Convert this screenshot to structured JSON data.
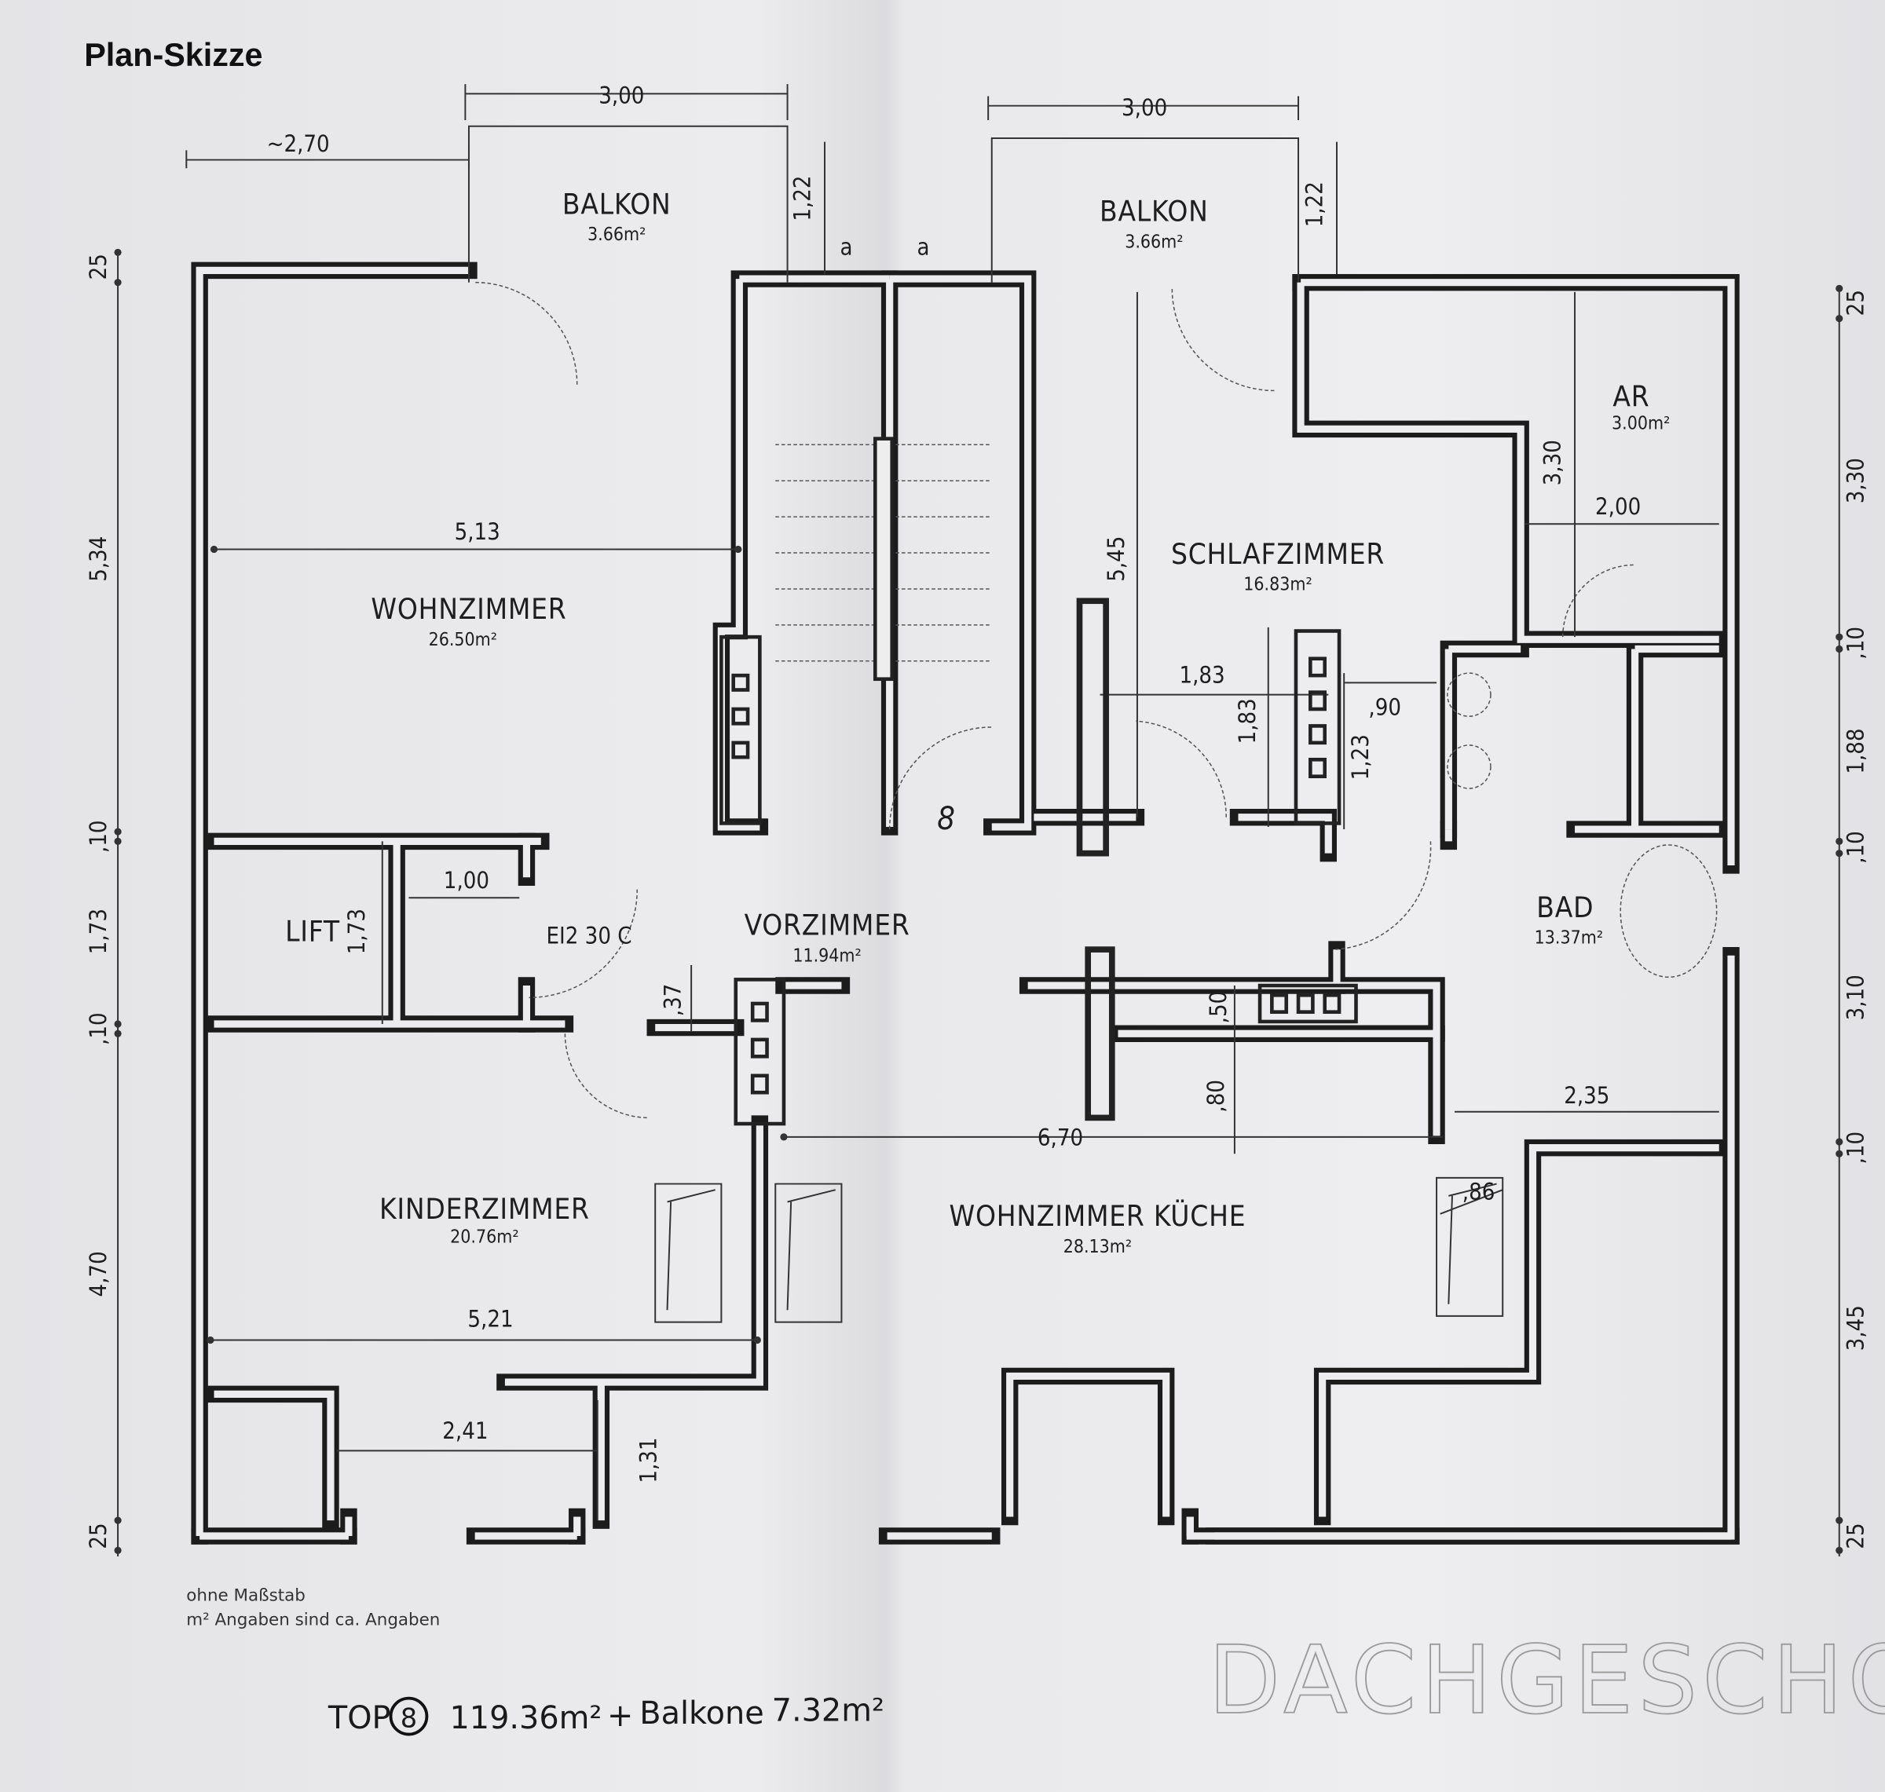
{
  "title": "Plan-Skizze",
  "rooms": {
    "balkon_left": {
      "name": "BALKON",
      "area": "3.66m²"
    },
    "balkon_right": {
      "name": "BALKON",
      "area": "3.66m²"
    },
    "wohnzimmer": {
      "name": "WOHNZIMMER",
      "area": "26.50m²"
    },
    "schlafzimmer": {
      "name": "SCHLAFZIMMER",
      "area": "16.83m²"
    },
    "ar": {
      "name": "AR",
      "area": "3.00m²"
    },
    "lift": {
      "name": "LIFT"
    },
    "vorzimmer": {
      "name": "VORZIMMER",
      "area": "11.94m²"
    },
    "bad": {
      "name": "BAD",
      "area": "13.37m²"
    },
    "kinderzimmer": {
      "name": "KINDERZIMMER",
      "area": "20.76m²"
    },
    "wohnkueche": {
      "name": "WOHNZIMMER KÜCHE",
      "area": "28.13m²"
    }
  },
  "dimensions": {
    "balkon_left_width": "3,00",
    "balkon_right_width": "3,00",
    "left_offset": "~2,70",
    "balkon_left_depth": "1,22",
    "balkon_right_depth": "1,22",
    "marker_a1": "a",
    "marker_a2": "a",
    "wohnzimmer_width": "5,13",
    "schlaf_height": "5,45",
    "ar_height": "3,30",
    "ar_width": "2,00",
    "hall_1": "1,83",
    "hall_2": "1,83",
    "hall_3": ",90",
    "hall_4": "1,23",
    "lift_width": "1,00",
    "lift_height": "1,73",
    "door_rating": "EI2 30 C",
    "shaft": ",37",
    "wall_50": ",50",
    "wall_80": ",80",
    "kitchen_width": "6,70",
    "bad_width": "2,35",
    "kitchen_86": ",86",
    "kinder_width": "5,21",
    "niche_width": "2,41",
    "niche_depth": "1,31",
    "unit_number": "8"
  },
  "left_chain": [
    "25",
    "5,34",
    ",10",
    "1,73",
    ",10",
    "4,70",
    "25"
  ],
  "right_chain": [
    "25",
    "3,30",
    ",10",
    "1,88",
    ",10",
    "3,10",
    ",10",
    "3,45",
    "25"
  ],
  "notes": {
    "line1": "ohne Maßstab",
    "line2": "m² Angaben sind ca. Angaben"
  },
  "summary": {
    "prefix": "TOP",
    "unit": "8",
    "area": "119.36m²",
    "plus": "+",
    "balcony_label": "Balkone",
    "balcony_area": "7.32m²"
  },
  "watermark": "DACHGESCHOSS"
}
